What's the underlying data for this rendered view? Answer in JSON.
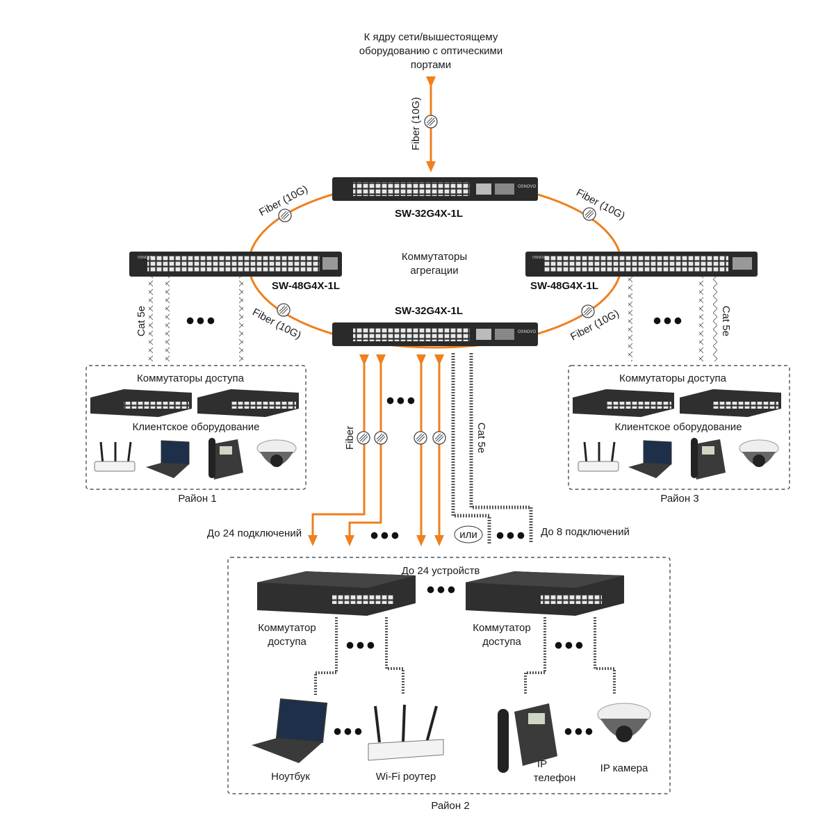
{
  "core_uplink_label": [
    "К ядру сети/вышестоящему",
    "оборудованию с оптическими",
    "портами"
  ],
  "links": {
    "fiber_10g": "Fiber (10G)",
    "fiber": "Fiber",
    "cat5e": "Cat 5e"
  },
  "switches": {
    "aggregation_model": "SW-32G4X-1L",
    "edge_model": "SW-48G4X-1L",
    "brand": "OSNOVO"
  },
  "aggregation_label": [
    "Коммутаторы",
    "агрегации"
  ],
  "district_1": {
    "access_label": "Коммутаторы доступа",
    "clients_label": "Клиентское оборудование",
    "name": "Район 1"
  },
  "district_3": {
    "access_label": "Коммутаторы доступа",
    "clients_label": "Клиентское оборудование",
    "name": "Район 3"
  },
  "connections": {
    "up_to_24": "До 24 подключений",
    "or": "или",
    "up_to_8": "До 8 подключений"
  },
  "district_2": {
    "devices_label": "До 24 устройств",
    "access_switch_label": [
      "Коммутатор",
      "доступа"
    ],
    "laptop": "Ноутбук",
    "wifi_router": "Wi-Fi роутер",
    "ip_phone": [
      "IP",
      "телефон"
    ],
    "ip_camera": "IP камера",
    "name": "Район 2"
  },
  "ellipsis": "•••",
  "colors": {
    "fiber": "#f07f1e",
    "switch_body": "#2a2a2a",
    "box_border": "#333333"
  }
}
